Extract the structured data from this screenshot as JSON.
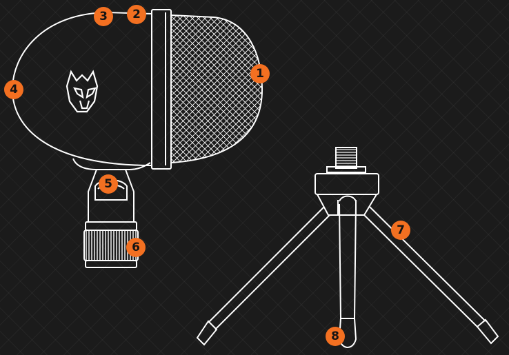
{
  "colors": {
    "background": "#1b1b1b",
    "pattern": "#2a2a2a",
    "line": "#ffffff",
    "badge": "#f37021",
    "badge_text": "#141414"
  },
  "microphone": {
    "logo": "wolf-head-logo",
    "callouts": [
      {
        "label": "1"
      },
      {
        "label": "2"
      },
      {
        "label": "3"
      },
      {
        "label": "4"
      },
      {
        "label": "5"
      },
      {
        "label": "6"
      }
    ]
  },
  "tripod": {
    "callouts": [
      {
        "label": "7"
      },
      {
        "label": "8"
      }
    ]
  }
}
